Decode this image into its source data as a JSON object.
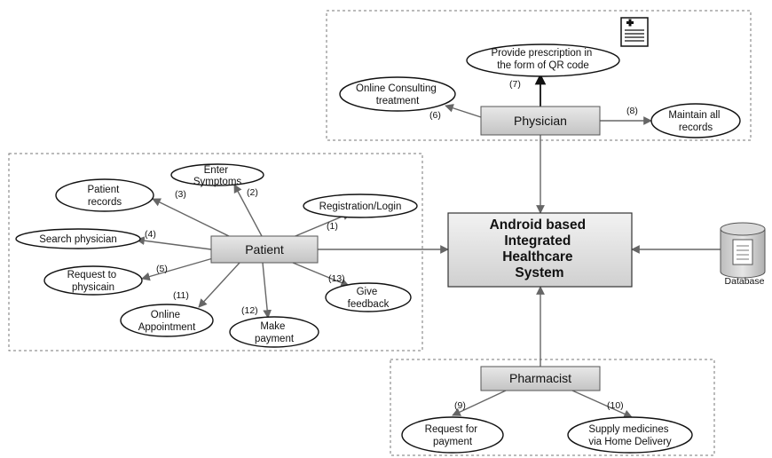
{
  "central_system": {
    "lines": [
      "Android based",
      "Integrated",
      "Healthcare",
      "System"
    ]
  },
  "actors": {
    "physician": "Physician",
    "patient": "Patient",
    "pharmacist": "Pharmacist"
  },
  "database": {
    "label": "Database"
  },
  "physician_use_cases": {
    "prescription": {
      "lines": [
        "Provide prescription in",
        "the form of QR code"
      ],
      "step": "(7)"
    },
    "consulting": {
      "lines": [
        "Online Consulting",
        "treatment"
      ],
      "step": "(6)"
    },
    "records": {
      "lines": [
        "Maintain all",
        "records"
      ],
      "step": "(8)"
    }
  },
  "patient_use_cases": {
    "symptoms": {
      "lines": [
        "Enter",
        "Symptoms"
      ],
      "step": "(2)"
    },
    "patient_records": {
      "lines": [
        "Patient",
        "records"
      ],
      "step": "(3)"
    },
    "registration": {
      "lines": [
        "Registration/Login"
      ],
      "step": "(1)"
    },
    "search": {
      "lines": [
        "Search physician"
      ],
      "step": "(4)"
    },
    "request": {
      "lines": [
        "Request to",
        "physicain"
      ],
      "step": "(5)"
    },
    "appointment": {
      "lines": [
        "Online",
        "Appointment"
      ],
      "step": "(11)"
    },
    "payment": {
      "lines": [
        "Make",
        "payment"
      ],
      "step": "(12)"
    },
    "feedback": {
      "lines": [
        "Give",
        "feedback"
      ],
      "step": "(13)"
    }
  },
  "pharmacist_use_cases": {
    "request_payment": {
      "lines": [
        "Request for",
        "payment"
      ],
      "step": "(9)"
    },
    "supply": {
      "lines": [
        "Supply medicines",
        "via Home Delivery"
      ],
      "step": "(10)"
    }
  }
}
